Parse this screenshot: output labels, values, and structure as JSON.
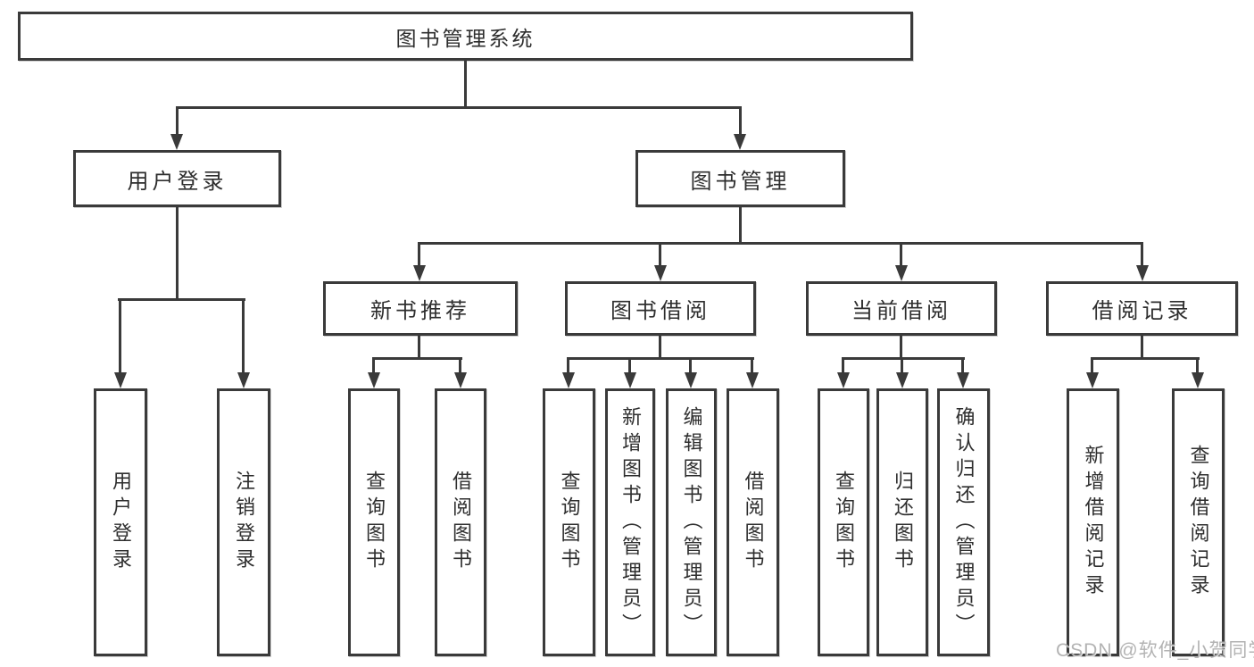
{
  "diagram": {
    "root": {
      "label": "图书管理系统"
    },
    "level2": [
      {
        "id": "user-login",
        "label": "用户登录"
      },
      {
        "id": "book-management",
        "label": "图书管理"
      }
    ],
    "level3": [
      {
        "id": "new-book-recommend",
        "label": "新书推荐"
      },
      {
        "id": "book-borrow",
        "label": "图书借阅"
      },
      {
        "id": "current-borrow",
        "label": "当前借阅"
      },
      {
        "id": "borrow-records",
        "label": "借阅记录"
      }
    ],
    "leaves": [
      {
        "parent": "user-login",
        "label": "用户登录"
      },
      {
        "parent": "user-login",
        "label": "注销登录"
      },
      {
        "parent": "new-book-recommend",
        "label": "查询图书"
      },
      {
        "parent": "new-book-recommend",
        "label": "借阅图书"
      },
      {
        "parent": "book-borrow",
        "label": "查询图书"
      },
      {
        "parent": "book-borrow",
        "label": "新增图书（管理员）"
      },
      {
        "parent": "book-borrow",
        "label": "编辑图书（管理员）"
      },
      {
        "parent": "book-borrow",
        "label": "借阅图书"
      },
      {
        "parent": "current-borrow",
        "label": "查询图书"
      },
      {
        "parent": "current-borrow",
        "label": "归还图书"
      },
      {
        "parent": "current-borrow",
        "label": "确认归还（管理员）"
      },
      {
        "parent": "borrow-records",
        "label": "新增借阅记录"
      },
      {
        "parent": "borrow-records",
        "label": "查询借阅记录"
      }
    ],
    "colors": {
      "line": "#3a3a3a",
      "box_border": "#3a3a3a",
      "box_fill": "#ffffff",
      "text": "#2e2e2e",
      "watermark": "#acacac"
    }
  },
  "watermark": {
    "text": "CSDN @软件_小贺同学"
  }
}
